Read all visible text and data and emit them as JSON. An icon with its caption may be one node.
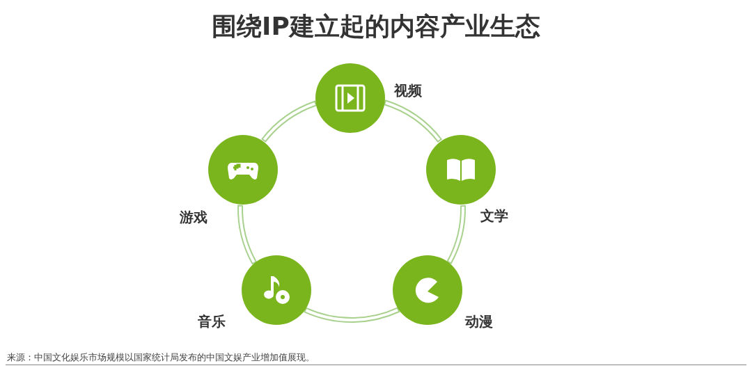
{
  "diagram": {
    "title": "围绕IP建立起的内容产业生态",
    "nodes": [
      {
        "text": [],
        "shape": "circle",
        "beside": [
          "视频"
        ]
      },
      {
        "text": [],
        "shape": "circle",
        "beside": [
          "文学"
        ]
      },
      {
        "text": [],
        "shape": "circle",
        "beside": [
          "动漫"
        ]
      },
      {
        "text": [],
        "shape": "circle",
        "beside": [
          "音乐"
        ]
      },
      {
        "text": [],
        "shape": "circle",
        "beside": [
          "游戏"
        ]
      }
    ],
    "edges": [
      {
        "from": 0,
        "to": 1,
        "arrow": "none"
      },
      {
        "from": 1,
        "to": 2,
        "arrow": "none"
      },
      {
        "from": 2,
        "to": 3,
        "arrow": "none"
      },
      {
        "from": 3,
        "to": 4,
        "arrow": "none"
      },
      {
        "from": 4,
        "to": 0,
        "arrow": "none"
      }
    ],
    "labels": [
      "来源：中国文化娱乐市场规模以国家统计局发布的中国文娱产业增加值展现。"
    ]
  }
}
